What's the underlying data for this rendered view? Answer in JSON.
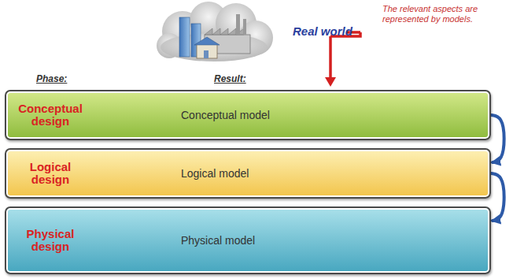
{
  "diagram": {
    "nodes": [
      {
        "text": [
          "Conceptual design",
          "Conceptual model"
        ]
      },
      {
        "text": [
          "Logical design",
          "Logical model"
        ]
      },
      {
        "text": [
          "Physical design",
          "Physical model"
        ]
      }
    ],
    "edges": [
      {
        "from": 0,
        "to": 1,
        "arrow": "to"
      },
      {
        "from": 1,
        "to": 2,
        "arrow": "to"
      }
    ],
    "labels": [
      "Real world",
      "The relevant aspects are represented by models.",
      "Phase:",
      "Result:"
    ]
  }
}
